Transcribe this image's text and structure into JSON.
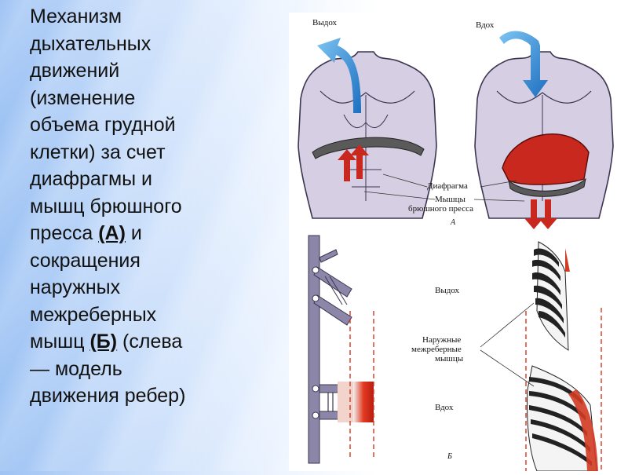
{
  "caption": {
    "line1": "Механизм",
    "line2": "дыхательных",
    "line3": "движений",
    "line4": "(изменение",
    "line5": "объема грудной",
    "line6": "клетки) за счет",
    "line7": "диафрагмы и",
    "line8": "мышц брюшного",
    "line9_text": "пресса ",
    "line9_ref": "(А)",
    "line9_tail": " и",
    "line10": "сокращения",
    "line11": "наружных",
    "line12": "межреберных",
    "line13_text": "мышц ",
    "line13_ref": "(Б)",
    "line13_tail": " (слева",
    "line14": "— модель",
    "line15": "движения ребер)"
  },
  "figureA": {
    "exhale": "Выдох",
    "inhale": "Вдох",
    "diaphragm": "Диафрагма",
    "muscles_line1": "Мышцы",
    "muscles_line2": "брюшного пресса",
    "letter": "А"
  },
  "figureB": {
    "exhale": "Выдох",
    "muscles_line1": "Наружные",
    "muscles_line2": "межреберные",
    "muscles_line3": "мышцы",
    "inhale": "Вдох",
    "letter": "Б"
  },
  "colors": {
    "arrow_blue": "#2a8fd8",
    "red": "#c8281e",
    "dark_red": "#a31a12",
    "torso": "#cfc8df",
    "gray_diaphragm": "#5a5a5a"
  }
}
